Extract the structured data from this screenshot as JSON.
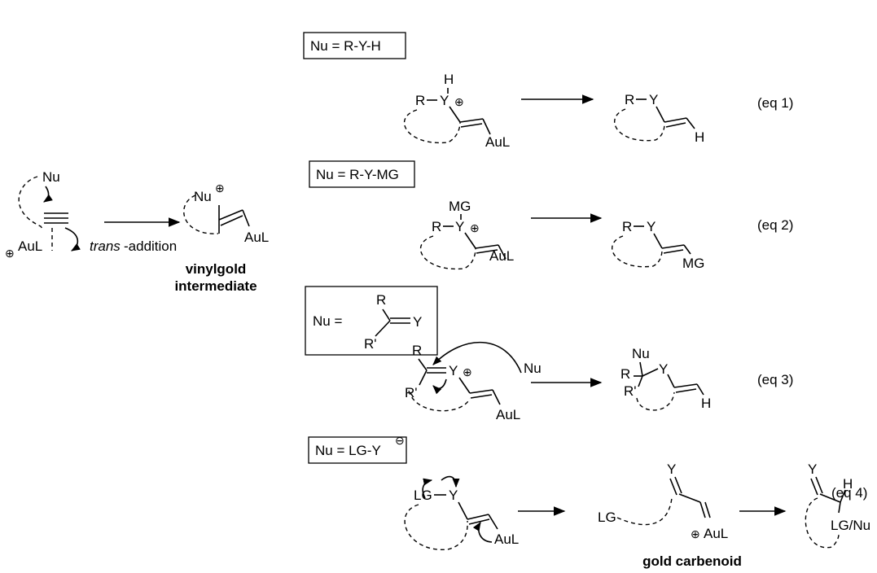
{
  "left": {
    "nu": "Nu",
    "aul": "AuL",
    "plus": "⊕",
    "trans": "trans",
    "addition": "-addition"
  },
  "vinylgold": {
    "nu": "Nu",
    "plus": "⊕",
    "aul": "AuL",
    "label_line1": "vinylgold",
    "label_line2": "intermediate"
  },
  "eq1": {
    "box": "Nu = R-Y-H",
    "r": "R",
    "y": "Y",
    "h_top": "H",
    "plus": "⊕",
    "aul": "AuL",
    "prod_r": "R",
    "prod_y": "Y",
    "prod_h": "H",
    "tag": "(eq 1)"
  },
  "eq2": {
    "box": "Nu = R-Y-MG",
    "r": "R",
    "y": "Y",
    "mg_top": "MG",
    "plus": "⊕",
    "aul": "AuL",
    "prod_r": "R",
    "prod_y": "Y",
    "prod_mg": "MG",
    "tag": "(eq 2)"
  },
  "eq3": {
    "box_nu": "Nu =",
    "box_r": "R",
    "box_rp": "R'",
    "box_y": "Y",
    "r": "R",
    "rp": "R'",
    "y": "Y",
    "plus": "⊕",
    "aul": "AuL",
    "nu_attack": "Nu",
    "prod_nu": "Nu",
    "prod_r": "R",
    "prod_rp": "R'",
    "prod_y": "Y",
    "prod_h": "H",
    "tag": "(eq 3)"
  },
  "eq4": {
    "box": "Nu = LG-Y",
    "minus": "⊖",
    "lg": "LG",
    "y": "Y",
    "aul": "AuL",
    "mid_y": "Y",
    "mid_lg": "LG",
    "mid_plus": "⊕",
    "mid_aul": "AuL",
    "carbenoid_label": "gold carbenoid",
    "prod_y": "Y",
    "prod_h": "H",
    "prod_lgnu": "LG/Nu",
    "tag": "(eq 4)"
  }
}
